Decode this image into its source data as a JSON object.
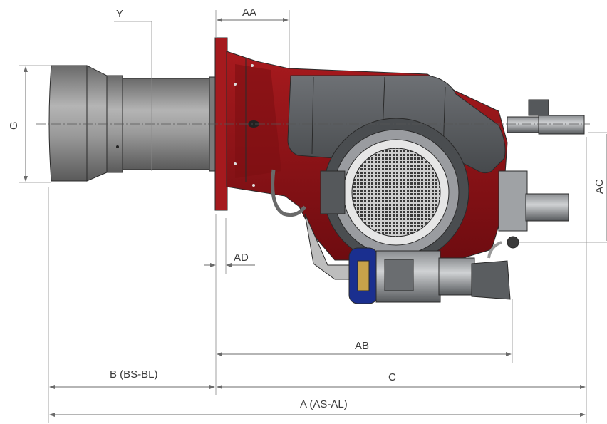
{
  "dimensions": {
    "Y": "Y",
    "AA": "AA",
    "G": "G",
    "AC": "AC",
    "AD": "AD",
    "AB": "AB",
    "B": "B (BS-BL)",
    "C": "C",
    "A": "A (AS-AL)"
  },
  "colors": {
    "body_red": "#8e1216",
    "hood_gray": "#5b5e62",
    "tube_gray": "#8c8c8c",
    "fan_blue": "#1a2f8f",
    "dimension_line": "#6b6b6b"
  }
}
